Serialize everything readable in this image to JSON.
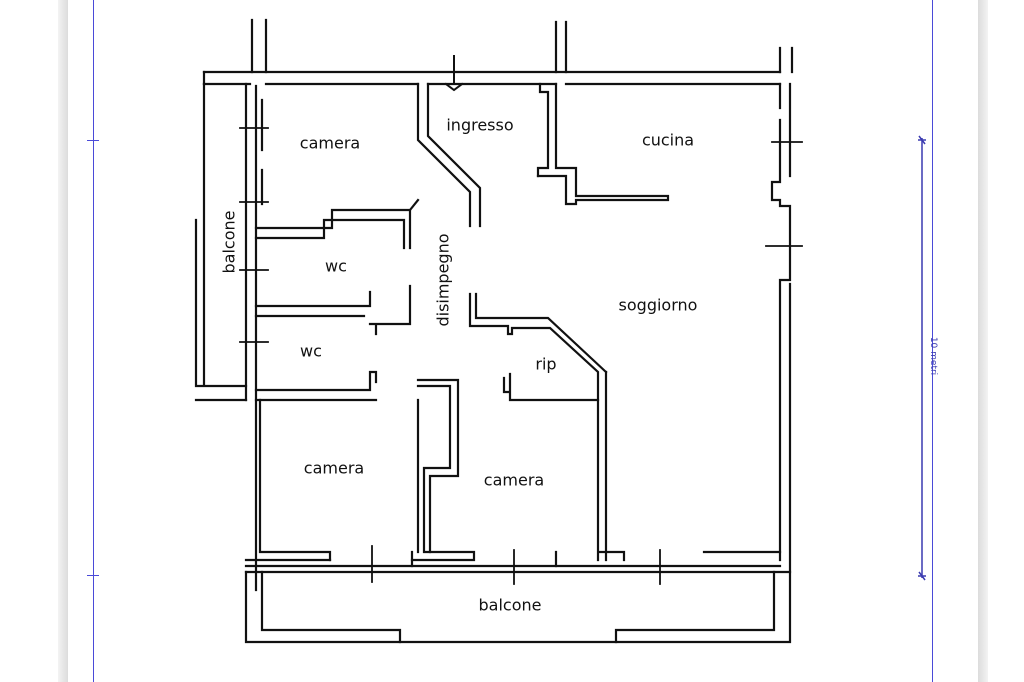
{
  "rooms": {
    "camera_top": "camera",
    "ingresso": "ingresso",
    "cucina": "cucina",
    "balcone_side": "balcone",
    "wc_upper": "wc",
    "disimpegno": "disimpegno",
    "soggiorno": "soggiorno",
    "wc_lower": "wc",
    "rip": "rip",
    "camera_bottom_left": "camera",
    "camera_bottom_center": "camera",
    "balcone_bottom": "balcone"
  },
  "scale": {
    "label": "10 metri"
  },
  "colors": {
    "guide": "#4a4ad8",
    "wall": "#111111"
  }
}
